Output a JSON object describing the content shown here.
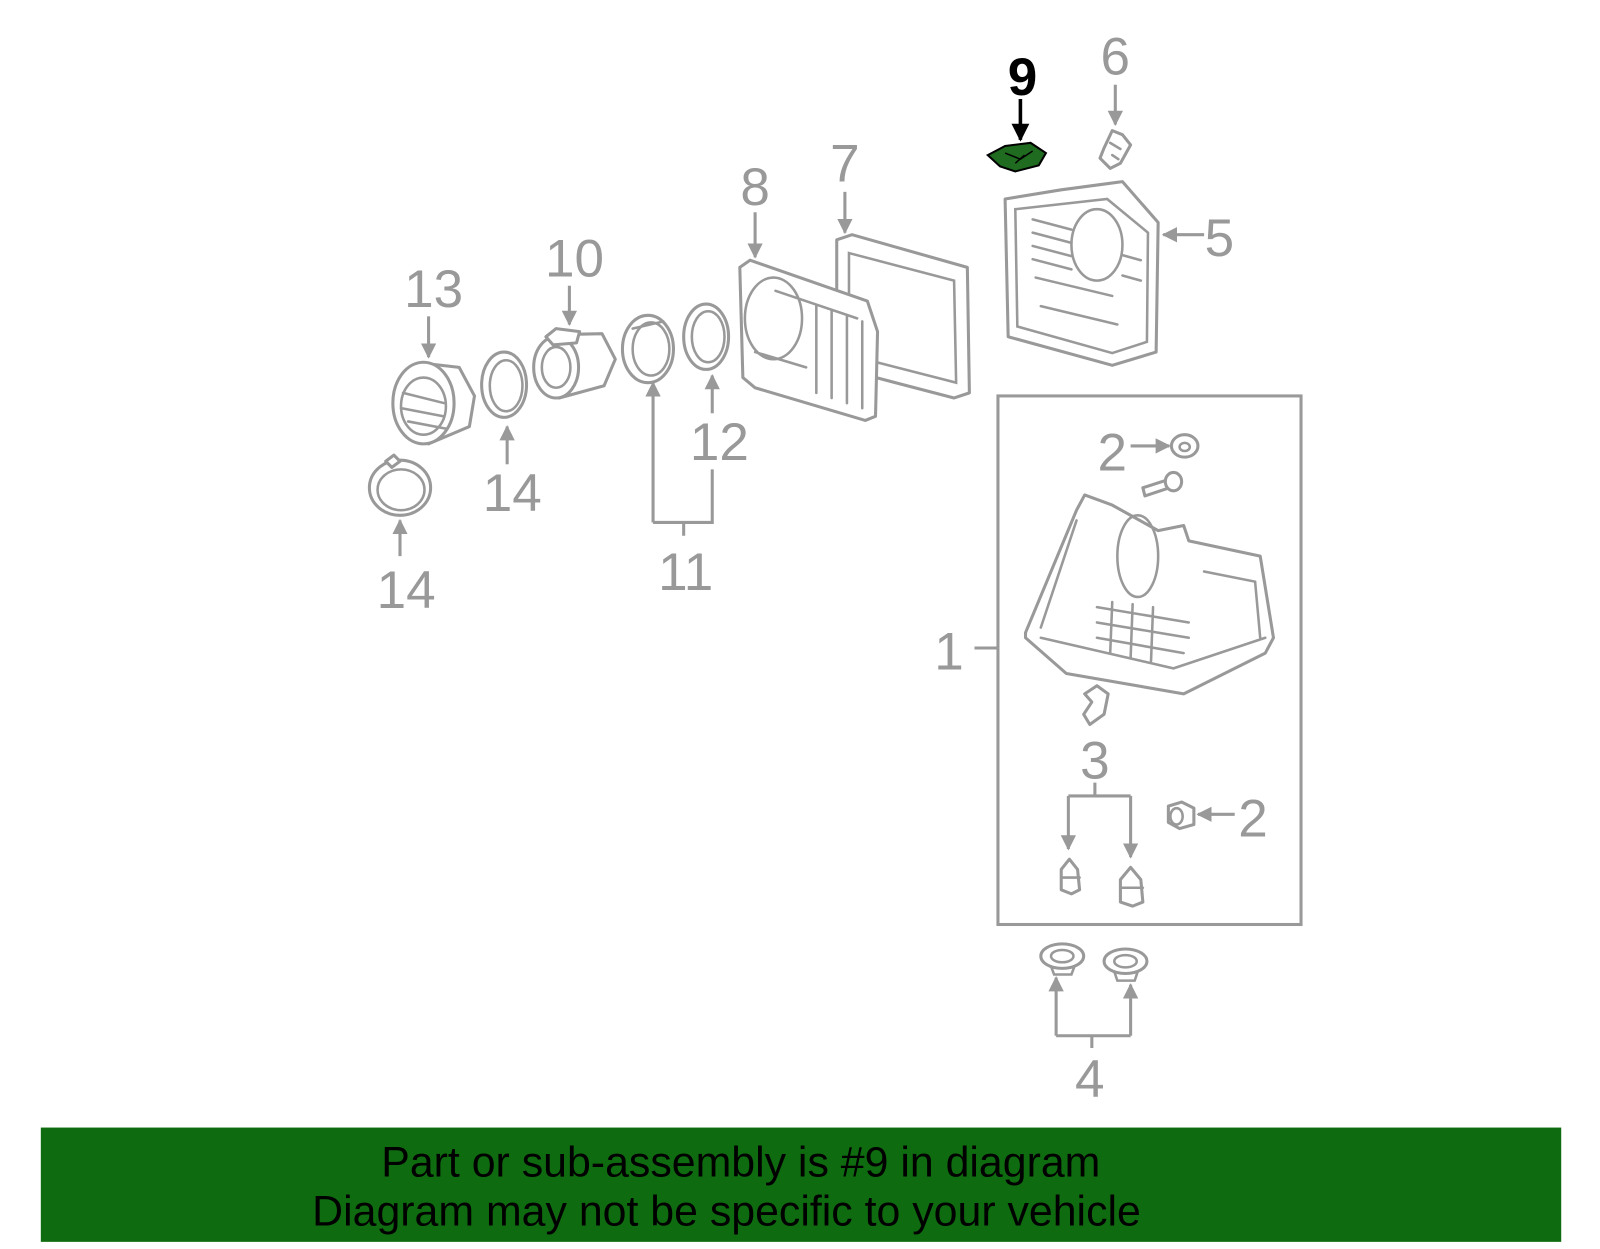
{
  "diagram": {
    "highlighted_part": "9",
    "callouts": [
      "9",
      "6",
      "8",
      "7",
      "5",
      "10",
      "13",
      "12",
      "14",
      "14",
      "11",
      "1",
      "2",
      "3",
      "2",
      "4"
    ]
  },
  "banner": {
    "line1": "Part or sub-assembly is #9 in diagram",
    "line2": "Diagram may not be specific to your vehicle"
  },
  "colors": {
    "parts": "#999999",
    "highlight_part": "#1f6b1f",
    "highlight_callout": "#000000",
    "banner_background": "#0f6b0f",
    "banner_text": "#000000"
  }
}
